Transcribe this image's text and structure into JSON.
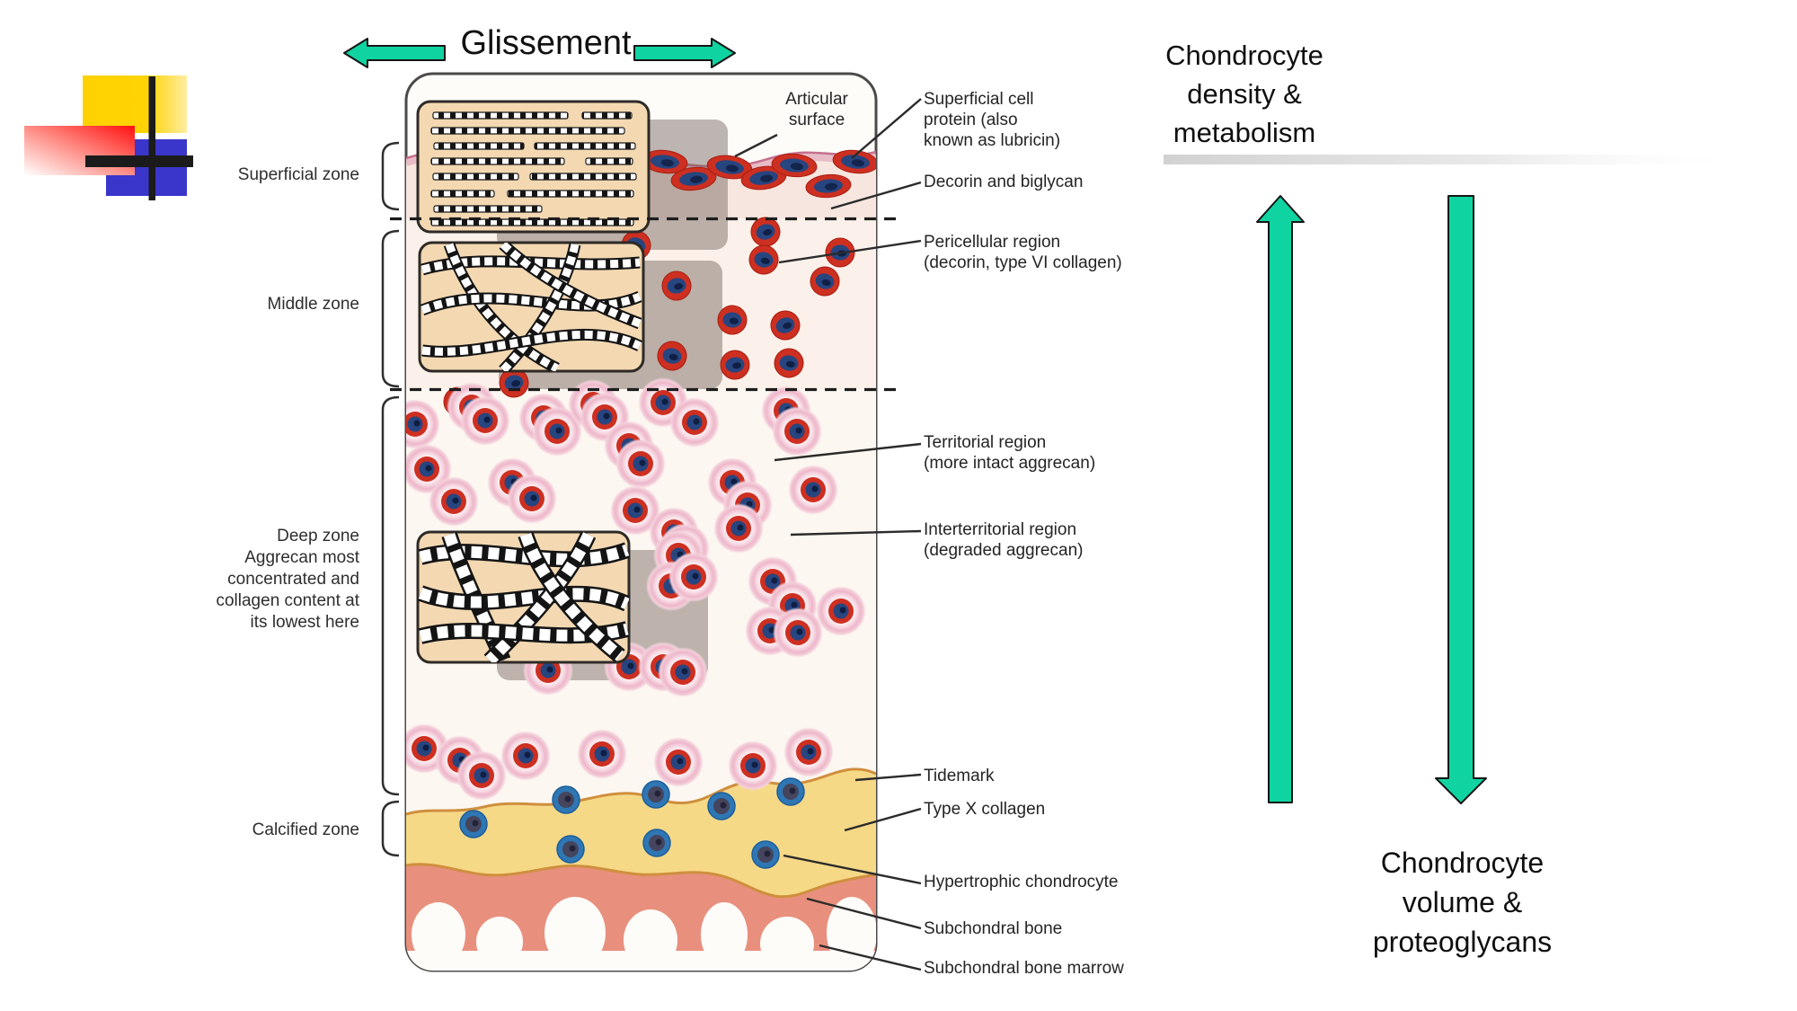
{
  "slide_title": "Glissement",
  "zones": {
    "superficial": "Superficial zone",
    "middle": "Middle zone",
    "deep": "Deep zone\nAggrecan most\nconcentrated and\ncollagen content at\nits lowest here",
    "calcified": "Calcified zone"
  },
  "annotations": {
    "articular_surface": "Articular\nsurface",
    "superficial_cell_protein": "Superficial cell\nprotein (also\nknown as lubricin)",
    "decorin_biglycan": "Decorin and biglycan",
    "pericellular": "Pericellular region\n(decorin, type VI collagen)",
    "territorial": "Territorial region\n(more intact aggrecan)",
    "interterritorial": "Interterritorial region\n(degraded aggrecan)",
    "tidemark": "Tidemark",
    "type_x_collagen": "Type X collagen",
    "hypertrophic_chondrocyte": "Hypertrophic chondrocyte",
    "subchondral_bone": "Subchondral bone",
    "subchondral_bone_marrow": "Subchondral bone marrow"
  },
  "right_panel": {
    "density_heading": "Chondrocyte\ndensity &\nmetabolism",
    "volume_heading": "Chondrocyte\nvolume &\nproteoglycans"
  },
  "colors": {
    "arrow_green": "#0fd4a1",
    "logo_yellow": "#ffd100",
    "logo_blue": "#3a36cb",
    "logo_red": "#ff1010",
    "inset_tan": "#f3d8b2",
    "calcified_yellow": "#f6d987",
    "subchondral_salmon": "#e8907d",
    "cell_red": "#cd2f21",
    "nucleus_navy": "#27457f",
    "calcified_cell_blue": "#2e77b4"
  }
}
